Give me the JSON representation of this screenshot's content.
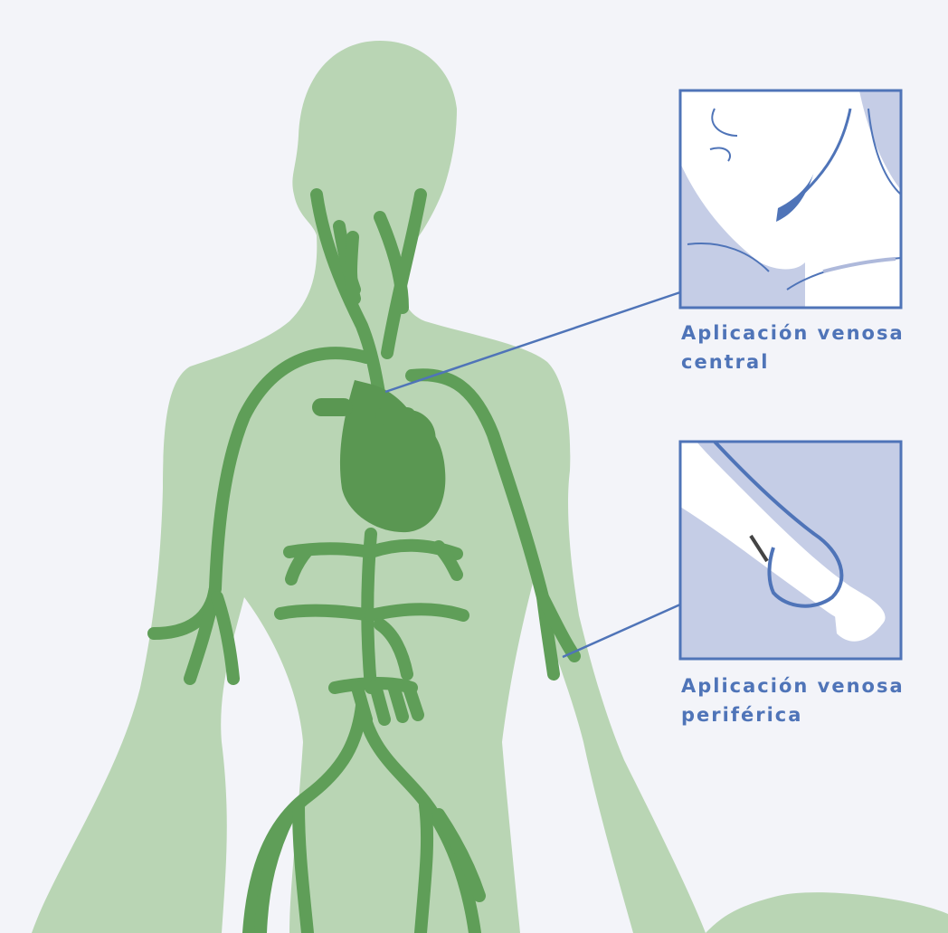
{
  "labels": {
    "central": {
      "line1": "Aplicación venosa",
      "line2": "central"
    },
    "peripheral": {
      "line1": "Aplicación venosa",
      "line2": "periférica"
    }
  },
  "colors": {
    "background": "#f3f4f9",
    "body_silhouette": "#b9d5b4",
    "veins": "#5f9e58",
    "heart": "#5a9752",
    "accent_blue": "#4f74b8",
    "inset_shade": "#c5cde6"
  },
  "icons": [
    "body-silhouette",
    "vein-network",
    "heart-shape",
    "neck-inset",
    "arm-inset"
  ]
}
